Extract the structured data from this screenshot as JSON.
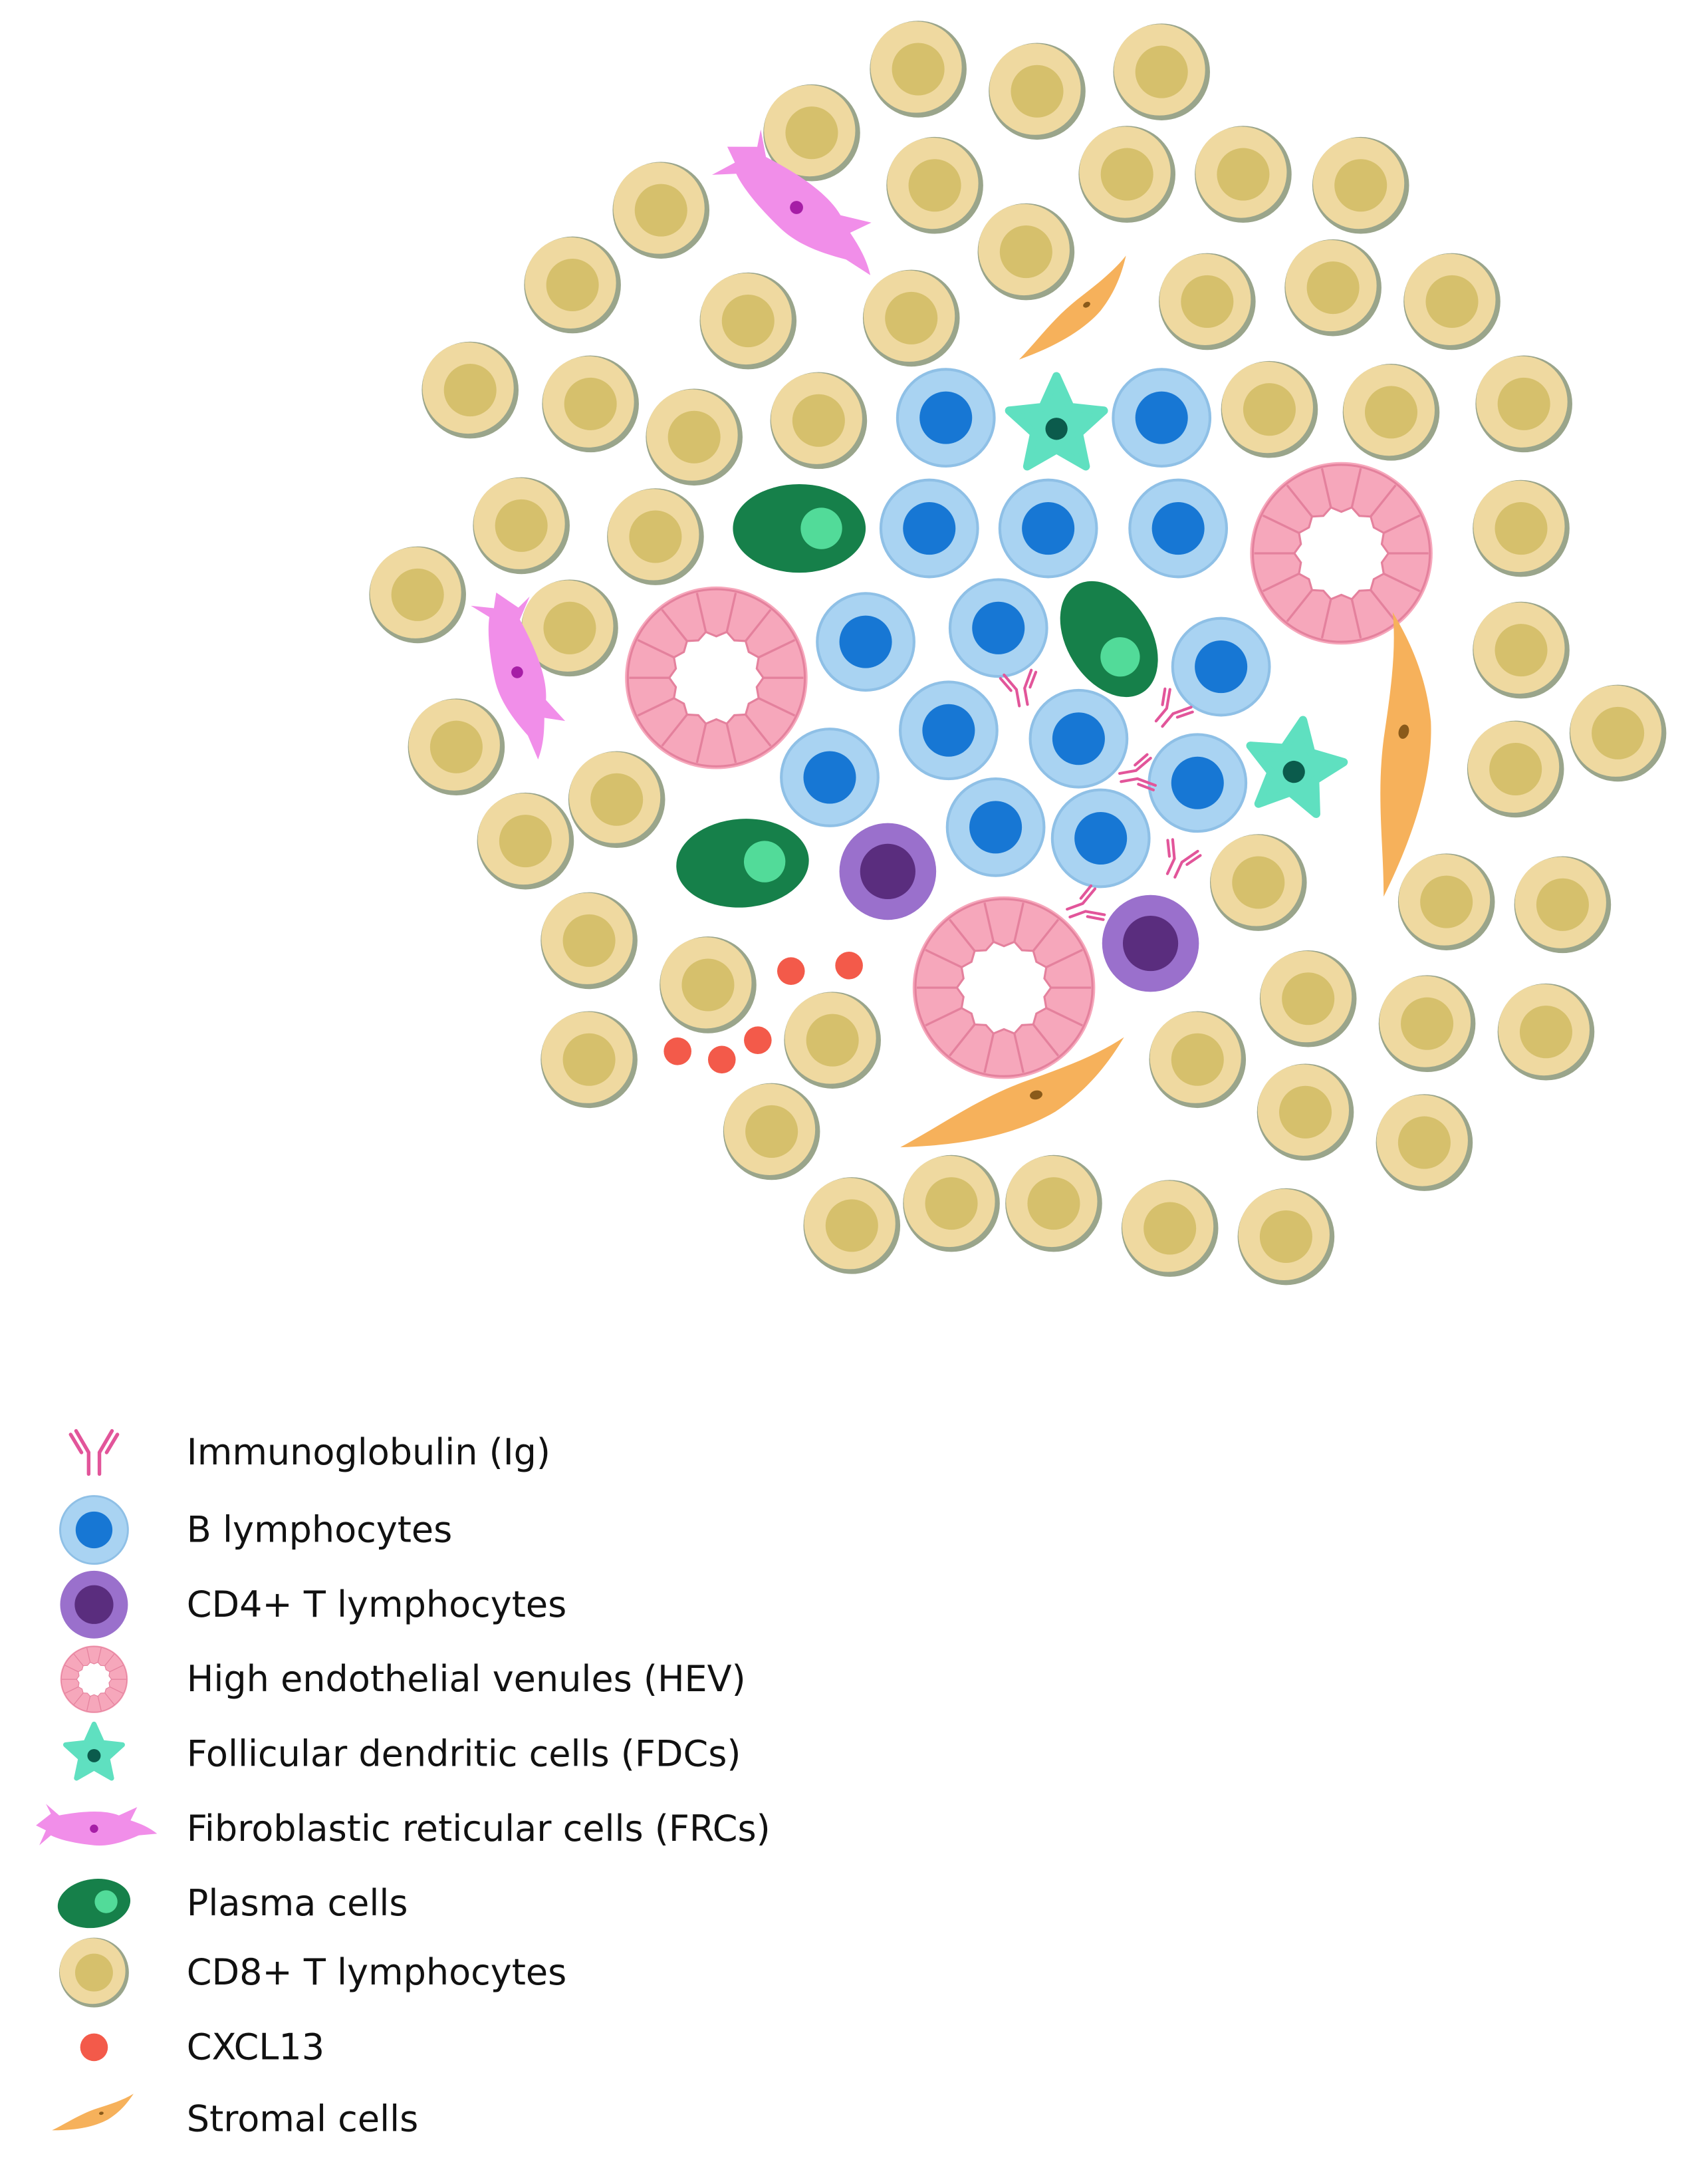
{
  "diagram": {
    "title": "",
    "colors": {
      "cd8_outer": "#efd9a0",
      "cd8_ring": "#9aa58b",
      "cd8_inner": "#d6c06c",
      "b_outer": "#a9d3f2",
      "b_inner": "#1777d4",
      "cd4_outer": "#9a70cc",
      "cd4_inner": "#5a2d7e",
      "hev": "#f6a7bb",
      "hev_line": "#e4819d",
      "fdc": "#5fe0c0",
      "fdc_nucleus": "#0b5b4c",
      "frc": "#f18ee9",
      "frc_nucleus": "#a61ea6",
      "plasma_outer": "#16804a",
      "plasma_inner": "#52db99",
      "cxcl13": "#f35a4a",
      "stromal": "#f6b15b",
      "stromal_nucleus": "#8a5a1a",
      "ig": "#e2559a"
    }
  },
  "legend": {
    "items": [
      {
        "key": "ig",
        "label": "Immunoglobulin (Ig)",
        "icon": "immunoglobulin-icon"
      },
      {
        "key": "b",
        "label": "B lymphocytes",
        "icon": "b-lymphocyte-icon"
      },
      {
        "key": "cd4",
        "label": "CD4+ T lymphocytes",
        "icon": "cd4-t-lymphocyte-icon"
      },
      {
        "key": "hev",
        "label": "High endothelial venules (HEV)",
        "icon": "hev-icon"
      },
      {
        "key": "fdc",
        "label": "Follicular dendritic cells (FDCs)",
        "icon": "fdc-icon"
      },
      {
        "key": "frc",
        "label": "Fibroblastic reticular cells (FRCs)",
        "icon": "frc-icon"
      },
      {
        "key": "plasma",
        "label": "Plasma cells",
        "icon": "plasma-cell-icon"
      },
      {
        "key": "cd8",
        "label": "CD8+ T lymphocytes",
        "icon": "cd8-t-lymphocyte-icon"
      },
      {
        "key": "cxcl13",
        "label": "CXCL13",
        "icon": "cxcl13-icon"
      },
      {
        "key": "stromal",
        "label": "Stromal cells",
        "icon": "stromal-cell-icon"
      }
    ]
  }
}
